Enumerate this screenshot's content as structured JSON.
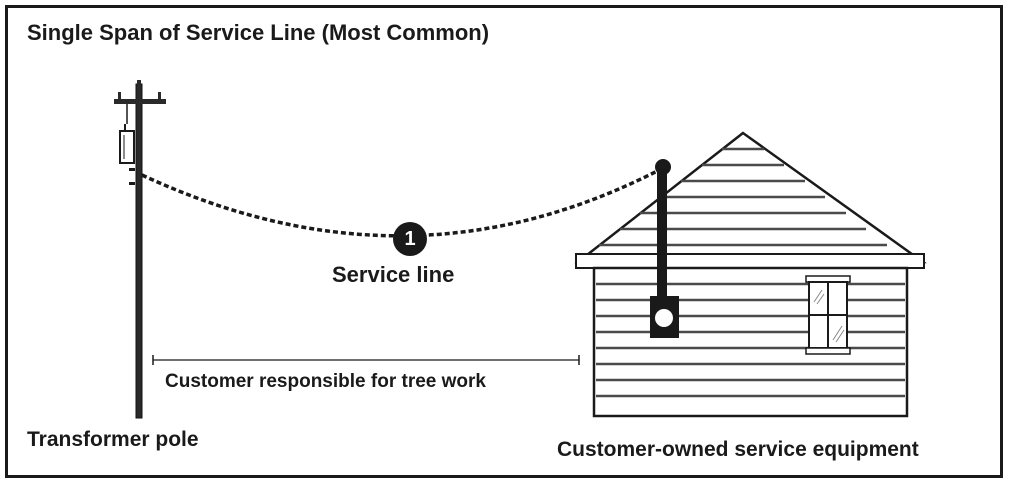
{
  "diagram": {
    "title": "Single Span of Service Line (Most Common)",
    "marker_number": "1",
    "service_line_label": "Service line",
    "responsibility_label": "Customer responsible for tree work",
    "pole_label": "Transformer pole",
    "equipment_label": "Customer-owned service equipment"
  },
  "colors": {
    "ink": "#1a1a1a",
    "siding": "#cfcfcf",
    "background": "#ffffff"
  }
}
